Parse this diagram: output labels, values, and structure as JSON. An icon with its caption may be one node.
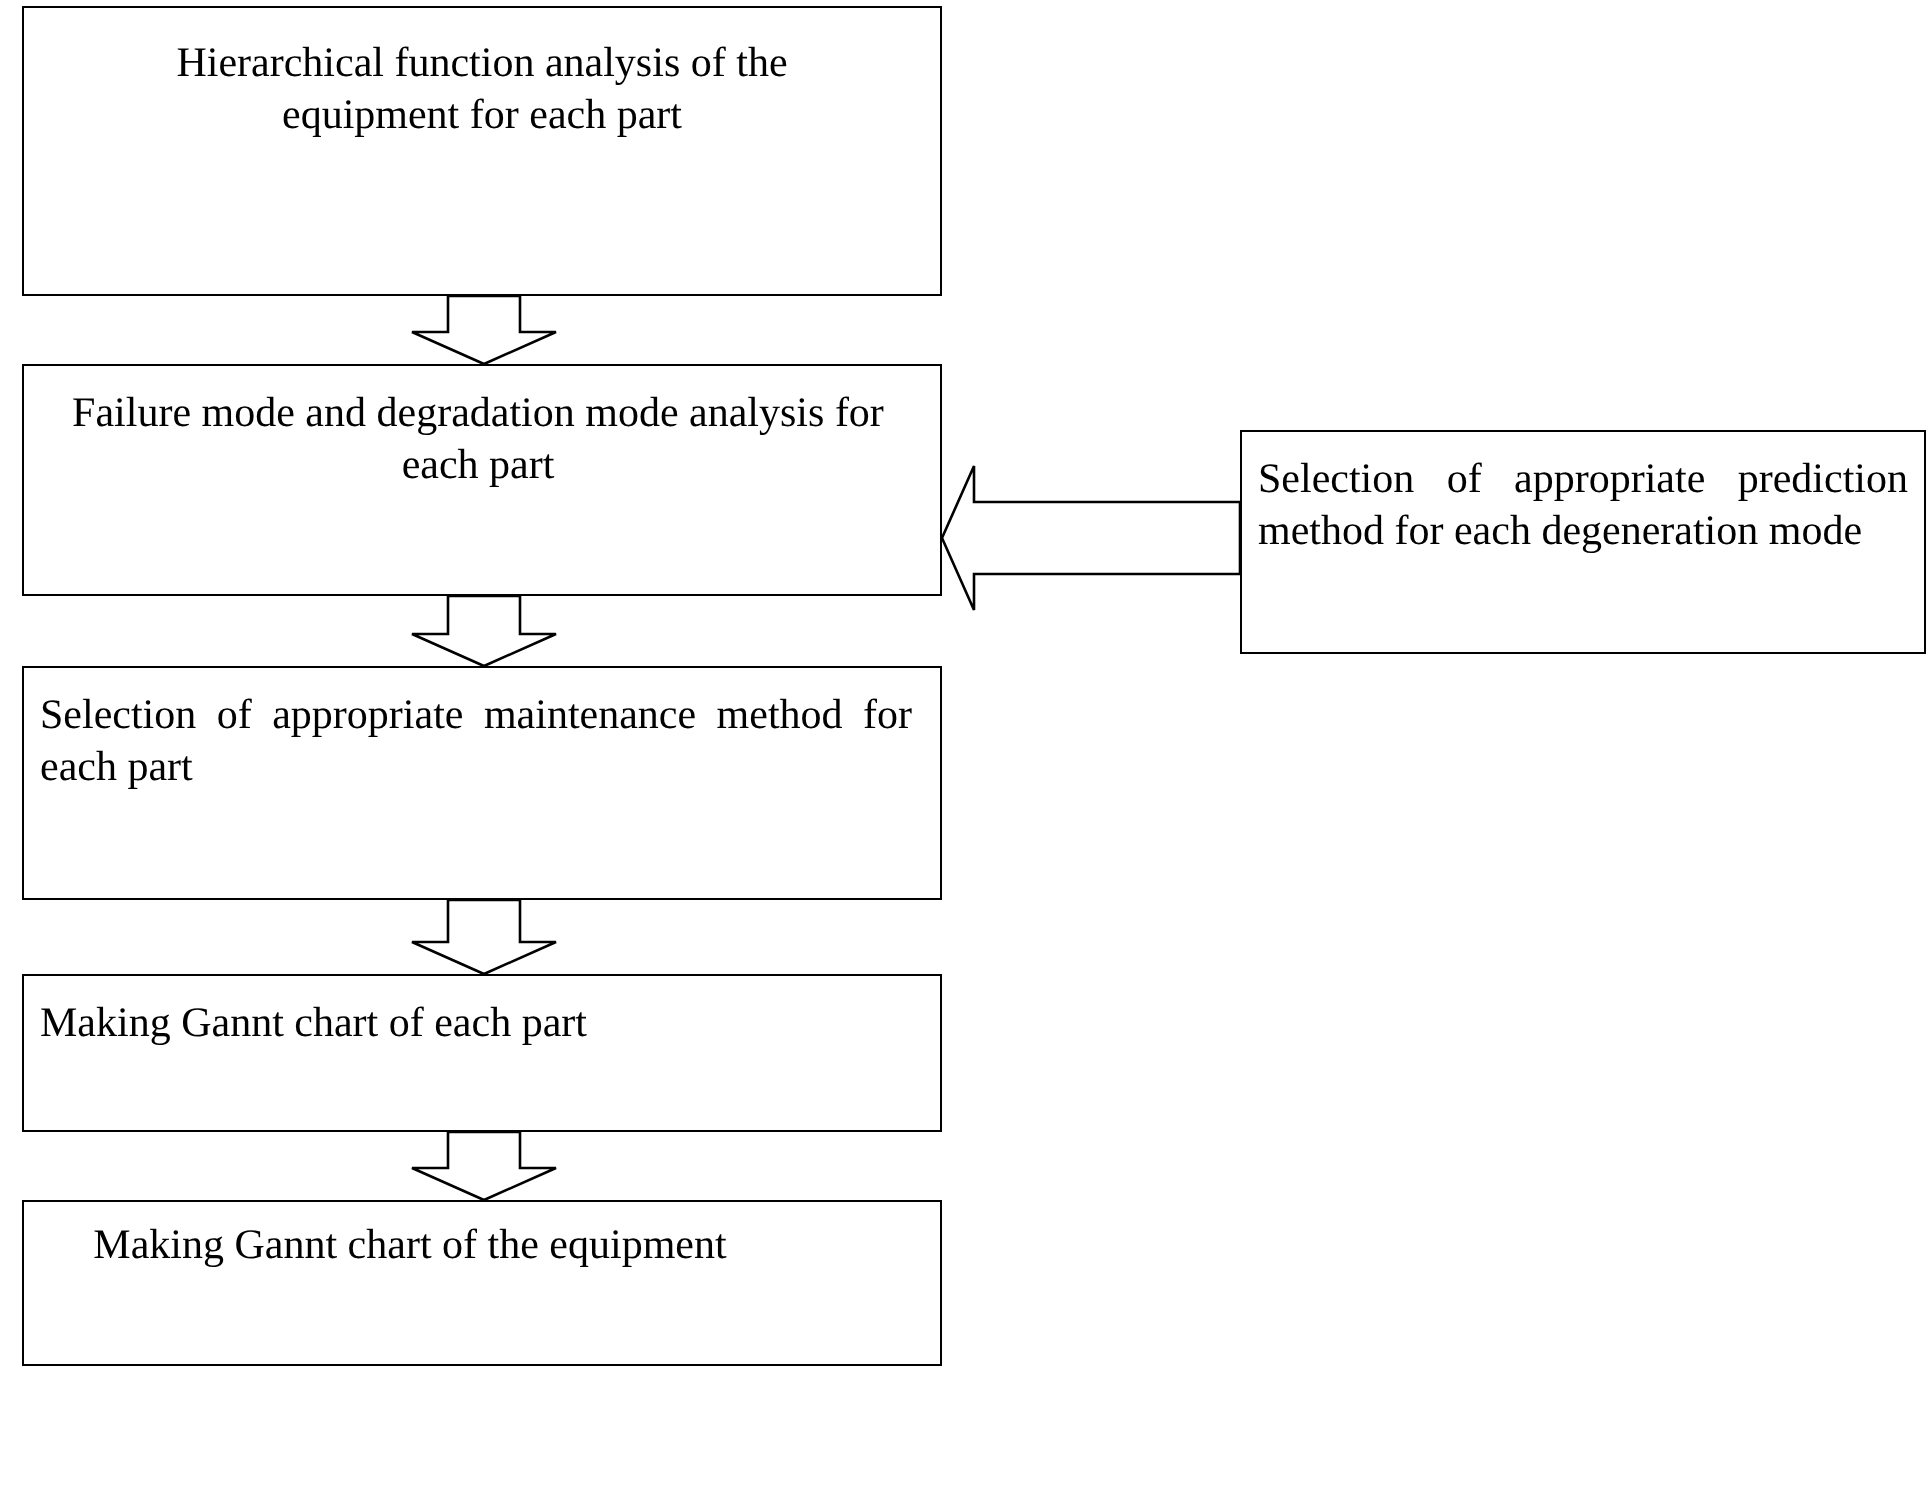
{
  "diagram": {
    "nodes": [
      {
        "text": [
          "Hierarchical function analysis of the equipment for each part"
        ]
      },
      {
        "text": [
          "Failure mode and degradation mode analysis for each part"
        ]
      },
      {
        "text": [
          "Selection of appropriate maintenance method for each part"
        ]
      },
      {
        "text": [
          "Making Gannt chart of each part"
        ]
      },
      {
        "text": [
          "Making Gannt chart of the equipment"
        ]
      },
      {
        "text": [
          "Selection of appropriate prediction method for each degeneration mode"
        ]
      }
    ],
    "edges": [
      {
        "from": 0,
        "to": 1,
        "arrow": "to"
      },
      {
        "from": 1,
        "to": 2,
        "arrow": "to"
      },
      {
        "from": 2,
        "to": 3,
        "arrow": "to"
      },
      {
        "from": 3,
        "to": 4,
        "arrow": "to"
      },
      {
        "from": 5,
        "to": 1,
        "arrow": "to"
      }
    ]
  }
}
